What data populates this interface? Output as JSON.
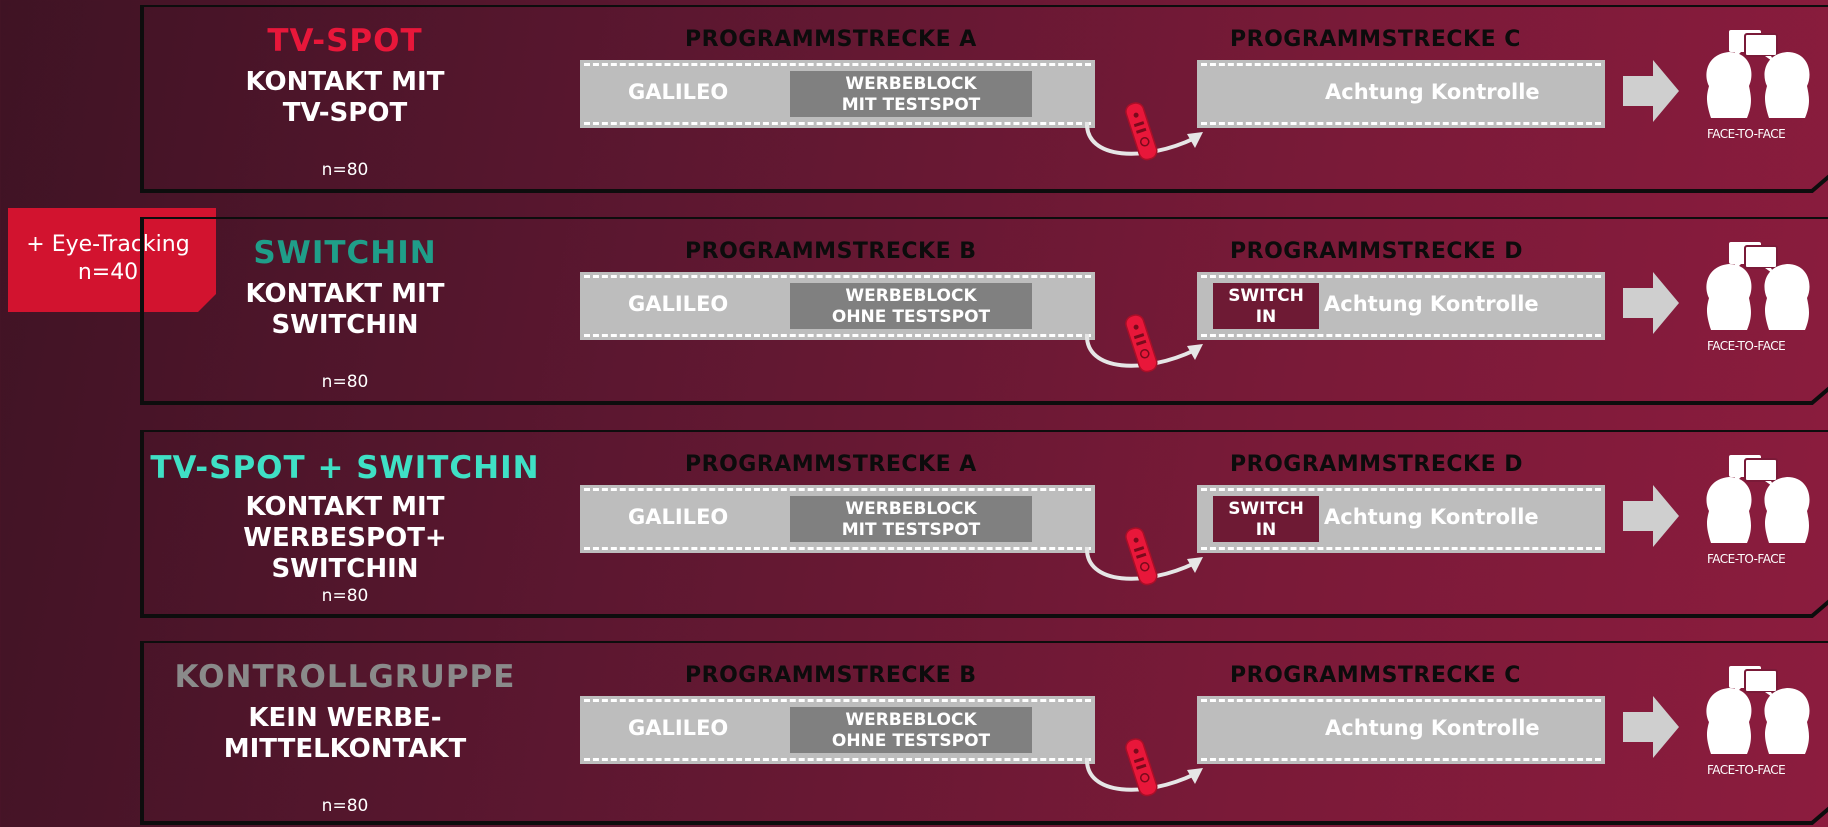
{
  "eye_tracking": {
    "label": "+ Eye-Tracking",
    "n": "n=40"
  },
  "colors": {
    "red": "#e8173a",
    "teal": "#1f9e89",
    "cyan": "#3fe0c5",
    "grey": "#8a8a8a"
  },
  "rows": [
    {
      "title": "TV-Spot",
      "title_color": "red",
      "desc1": "Kontakt mit",
      "desc2": "TV-Spot",
      "desc3": "",
      "n": "n=80",
      "prog_left": "Programmstrecke A",
      "prog_right": "Programmstrecke C",
      "film_label": "Galileo",
      "ad1": "Werbeblock",
      "ad2": "mit Testspot",
      "switch1": "",
      "switch2": "",
      "control": "Achtung Kontrolle",
      "f2f": "FACE-TO-FACE"
    },
    {
      "title": "SwitchIn",
      "title_color": "teal",
      "desc1": "Kontakt mit",
      "desc2": "SwitchIn",
      "desc3": "",
      "n": "n=80",
      "prog_left": "Programmstrecke B",
      "prog_right": "Programmstrecke D",
      "film_label": "Galileo",
      "ad1": "Werbeblock",
      "ad2": "ohne Testspot",
      "switch1": "Switch",
      "switch2": "In",
      "control": "Achtung Kontrolle",
      "f2f": "FACE-TO-FACE"
    },
    {
      "title": "TV-Spot + SwitchIn",
      "title_color": "cyan",
      "desc1": "Kontakt mit",
      "desc2": "Werbespot+",
      "desc3": "SwitchIn",
      "n": "n=80",
      "prog_left": "Programmstrecke A",
      "prog_right": "Programmstrecke D",
      "film_label": "Galileo",
      "ad1": "Werbeblock",
      "ad2": "mit Testspot",
      "switch1": "Switch",
      "switch2": "In",
      "control": "Achtung Kontrolle",
      "f2f": "FACE-TO-FACE"
    },
    {
      "title": "Kontrollgruppe",
      "title_color": "grey",
      "desc1": "Kein Werbe-",
      "desc2": "mittelkontakt",
      "desc3": "",
      "n": "n=80",
      "prog_left": "Programmstrecke B",
      "prog_right": "Programmstrecke C",
      "film_label": "Galileo",
      "ad1": "Werbeblock",
      "ad2": "ohne Testspot",
      "switch1": "",
      "switch2": "",
      "control": "Achtung Kontrolle",
      "f2f": "FACE-TO-FACE"
    }
  ]
}
